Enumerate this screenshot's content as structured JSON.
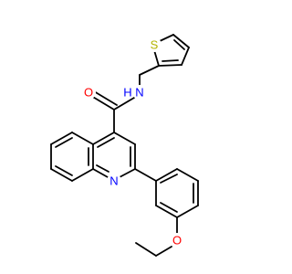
{
  "molecule": {
    "atom_labels": {
      "oxygen_carbonyl": {
        "text": "O",
        "color": "#ff0000"
      },
      "nitrogen_amide": {
        "text": "N",
        "color": "#0000ff"
      },
      "hydrogen_amide": {
        "text": "H",
        "color": "#0000ff"
      },
      "sulfur_thiophene": {
        "text": "S",
        "color": "#b3b300"
      },
      "nitrogen_quinoline": {
        "text": "N",
        "color": "#0000ff"
      },
      "oxygen_ether": {
        "text": "O",
        "color": "#ff0000"
      }
    },
    "bond_color": "#000000",
    "background": "#ffffff"
  }
}
